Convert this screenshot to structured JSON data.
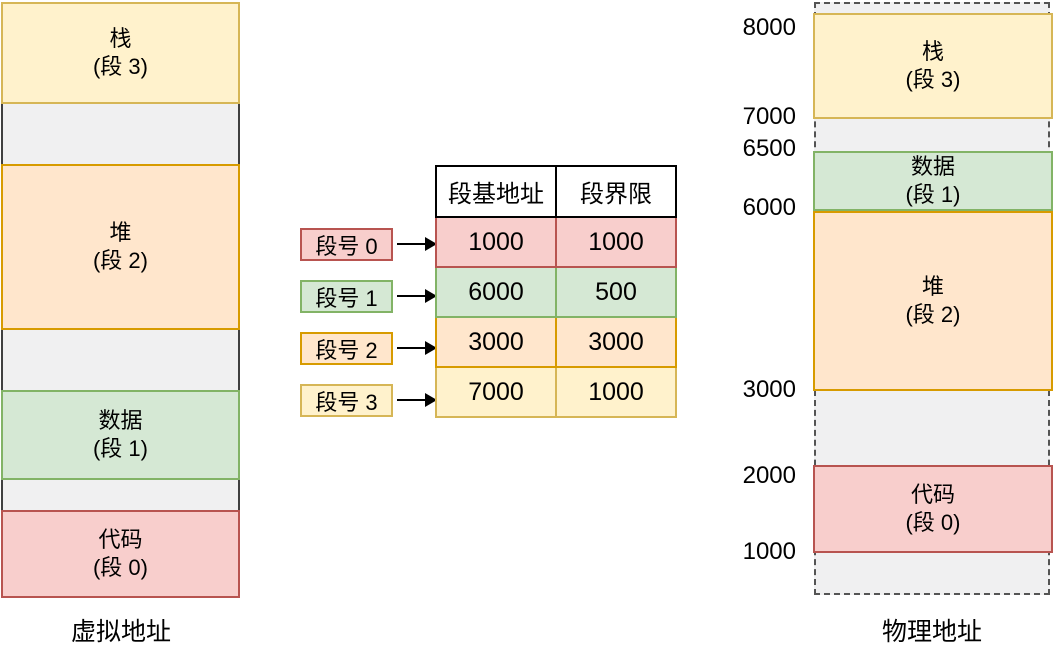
{
  "palette": {
    "yellow_fill": "#fff2cc",
    "yellow_stroke": "#d6b656",
    "orange_fill": "#ffe6cc",
    "orange_stroke": "#d79b00",
    "green_fill": "#d5e8d4",
    "green_stroke": "#82b366",
    "red_fill": "#f8cecc",
    "red_stroke": "#b85450",
    "gap_fill": "#f0f0f1",
    "gap_stroke": "#404040",
    "dash_stroke": "#545454"
  },
  "virtual_column": {
    "caption": "虚拟地址",
    "segments": [
      {
        "name": "栈",
        "seg": "(段 3)"
      },
      {
        "name": "堆",
        "seg": "(段 2)"
      },
      {
        "name": "数据",
        "seg": "(段 1)"
      },
      {
        "name": "代码",
        "seg": "(段 0)"
      }
    ]
  },
  "segment_table": {
    "headers": [
      "段基地址",
      "段界限"
    ],
    "row_labels": [
      "段号 0",
      "段号 1",
      "段号 2",
      "段号 3"
    ],
    "rows": [
      {
        "base": "1000",
        "limit": "1000"
      },
      {
        "base": "6000",
        "limit": "500"
      },
      {
        "base": "3000",
        "limit": "3000"
      },
      {
        "base": "7000",
        "limit": "1000"
      }
    ]
  },
  "physical_column": {
    "caption": "物理地址",
    "addresses": [
      "8000",
      "7000",
      "6500",
      "6000",
      "3000",
      "2000",
      "1000"
    ],
    "segments": [
      {
        "name": "栈",
        "seg": "(段 3)"
      },
      {
        "name": "数据",
        "seg": "(段 1)"
      },
      {
        "name": "堆",
        "seg": "(段 2)"
      },
      {
        "name": "代码",
        "seg": "(段 0)"
      }
    ]
  }
}
